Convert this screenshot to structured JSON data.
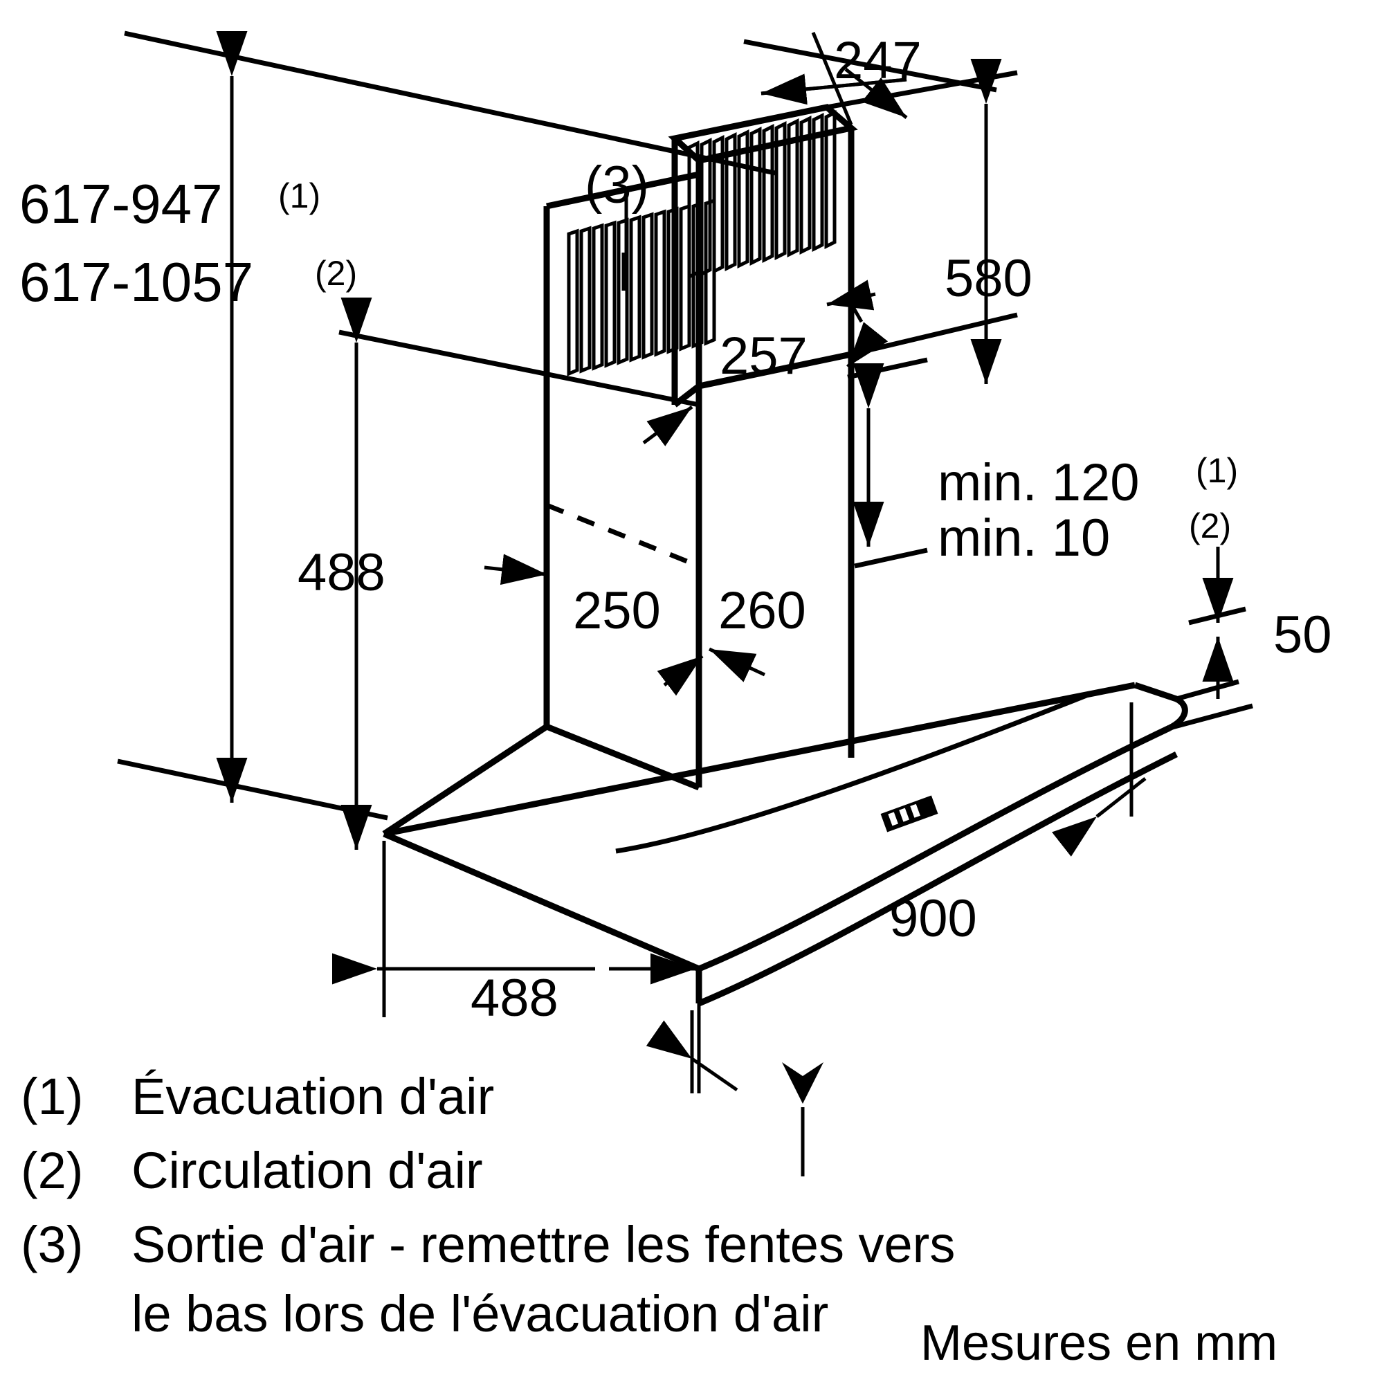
{
  "drawing": {
    "title": "Range hood installation dimension drawing",
    "units_note": "Mesures en mm",
    "line_color": "#000000",
    "background_color": "#ffffff"
  },
  "dimensions": {
    "height_range_1": "617-947",
    "height_range_1_ref": "(1)",
    "height_range_2": "617-1057",
    "height_range_2_ref": "(2)",
    "chimney_depth_top": "247",
    "chimney_height": "580",
    "chimney_width_upper": "257",
    "canopy_height": "488",
    "canopy_depth_label": "488",
    "duct_width": "250",
    "duct_depth": "260",
    "hood_width": "900",
    "hood_lip": "50",
    "min_clearance_1": "min. 120",
    "min_clearance_1_ref": "(1)",
    "min_clearance_2": "min. 10",
    "min_clearance_2_ref": "(2)",
    "callout_3": "(3)"
  },
  "legend": {
    "items": [
      {
        "marker": "(1)",
        "text": "Évacuation d'air"
      },
      {
        "marker": "(2)",
        "text": "Circulation d'air"
      },
      {
        "marker": "(3)",
        "text": "Sortie d'air - remettre les fentes vers"
      },
      {
        "marker": "",
        "text": "le bas lors de l'évacuation d'air"
      }
    ]
  },
  "footer": {
    "units": "Mesures en mm"
  }
}
